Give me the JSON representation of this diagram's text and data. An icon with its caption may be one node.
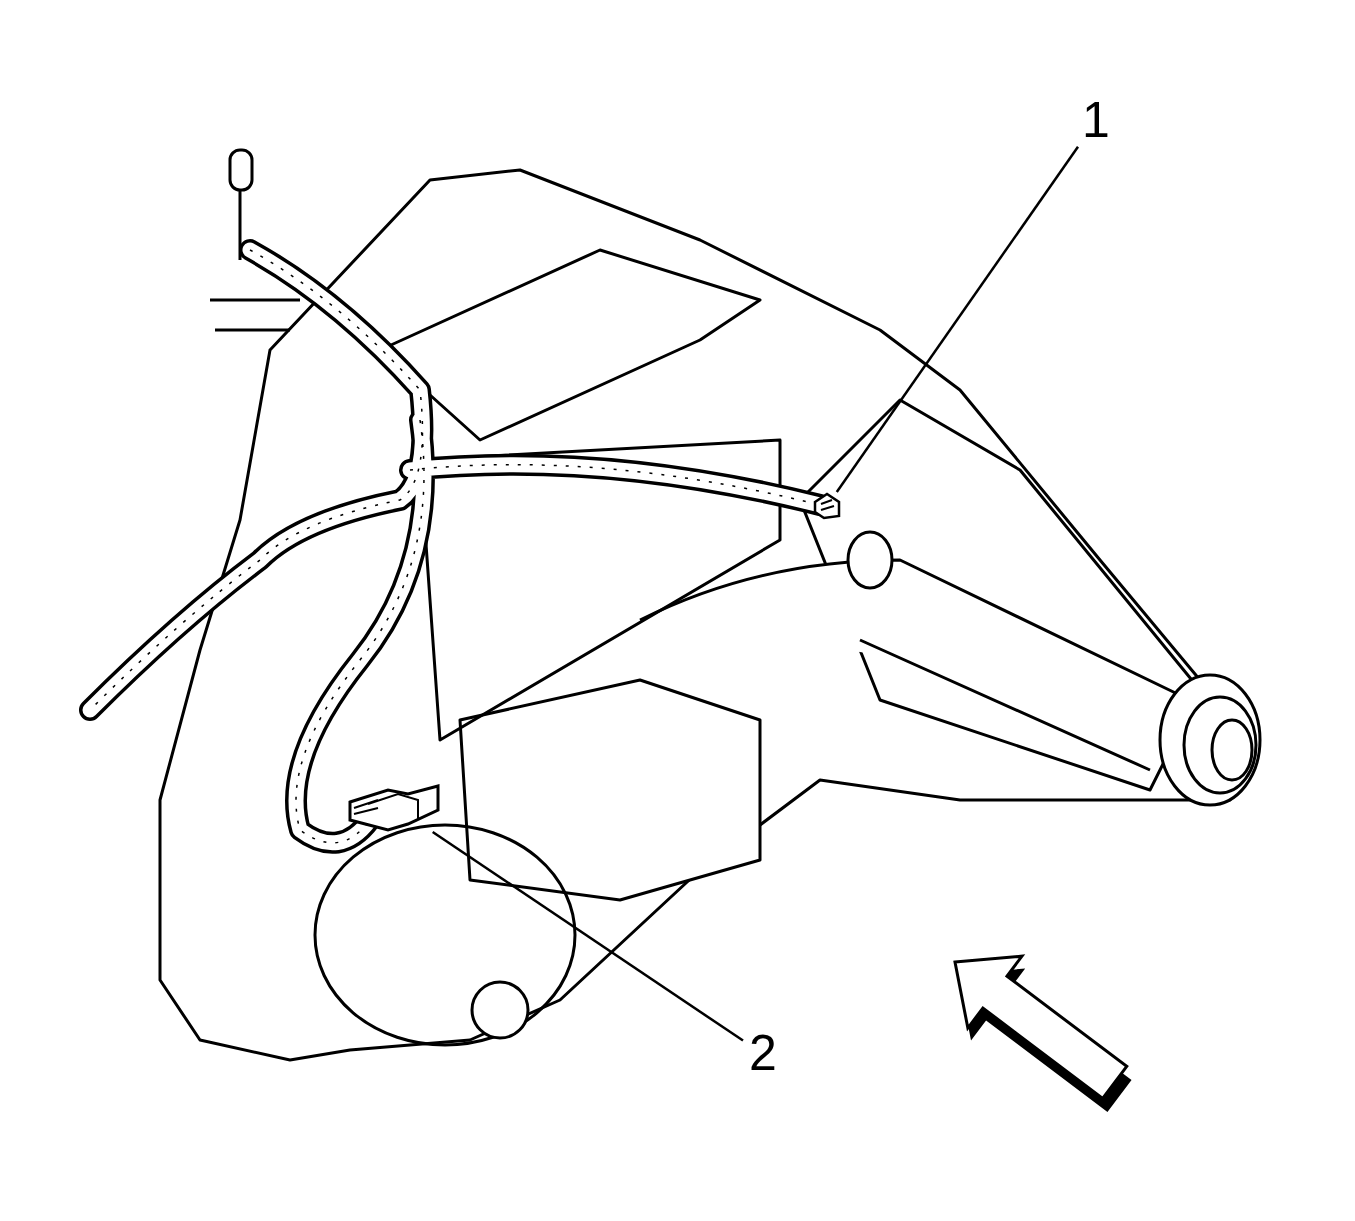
{
  "diagram": {
    "nodes": [
      {
        "text": [
          "1"
        ]
      },
      {
        "text": [],
        "shape": "picture"
      },
      {
        "text": [
          "2"
        ]
      },
      {
        "text": [],
        "shape": "picture"
      }
    ],
    "edges": [
      {
        "from": 0,
        "to": 1,
        "arrow": "none"
      },
      {
        "from": 2,
        "to": 3,
        "arrow": "none"
      }
    ]
  }
}
